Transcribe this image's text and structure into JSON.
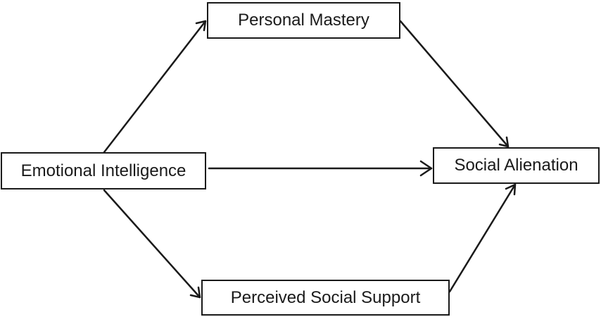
{
  "nodes": {
    "emotional_intelligence": "Emotional Intelligence",
    "personal_mastery": "Personal Mastery",
    "social_alienation": "Social Alienation",
    "perceived_social_support": "Perceived Social Support"
  },
  "edges": [
    {
      "from": "Emotional Intelligence",
      "to": "Personal Mastery"
    },
    {
      "from": "Emotional Intelligence",
      "to": "Social Alienation"
    },
    {
      "from": "Emotional Intelligence",
      "to": "Perceived Social Support"
    },
    {
      "from": "Personal Mastery",
      "to": "Social Alienation"
    },
    {
      "from": "Perceived Social Support",
      "to": "Social Alienation"
    }
  ],
  "colors": {
    "line": "#1a1a1a",
    "background": "#ffffff"
  }
}
